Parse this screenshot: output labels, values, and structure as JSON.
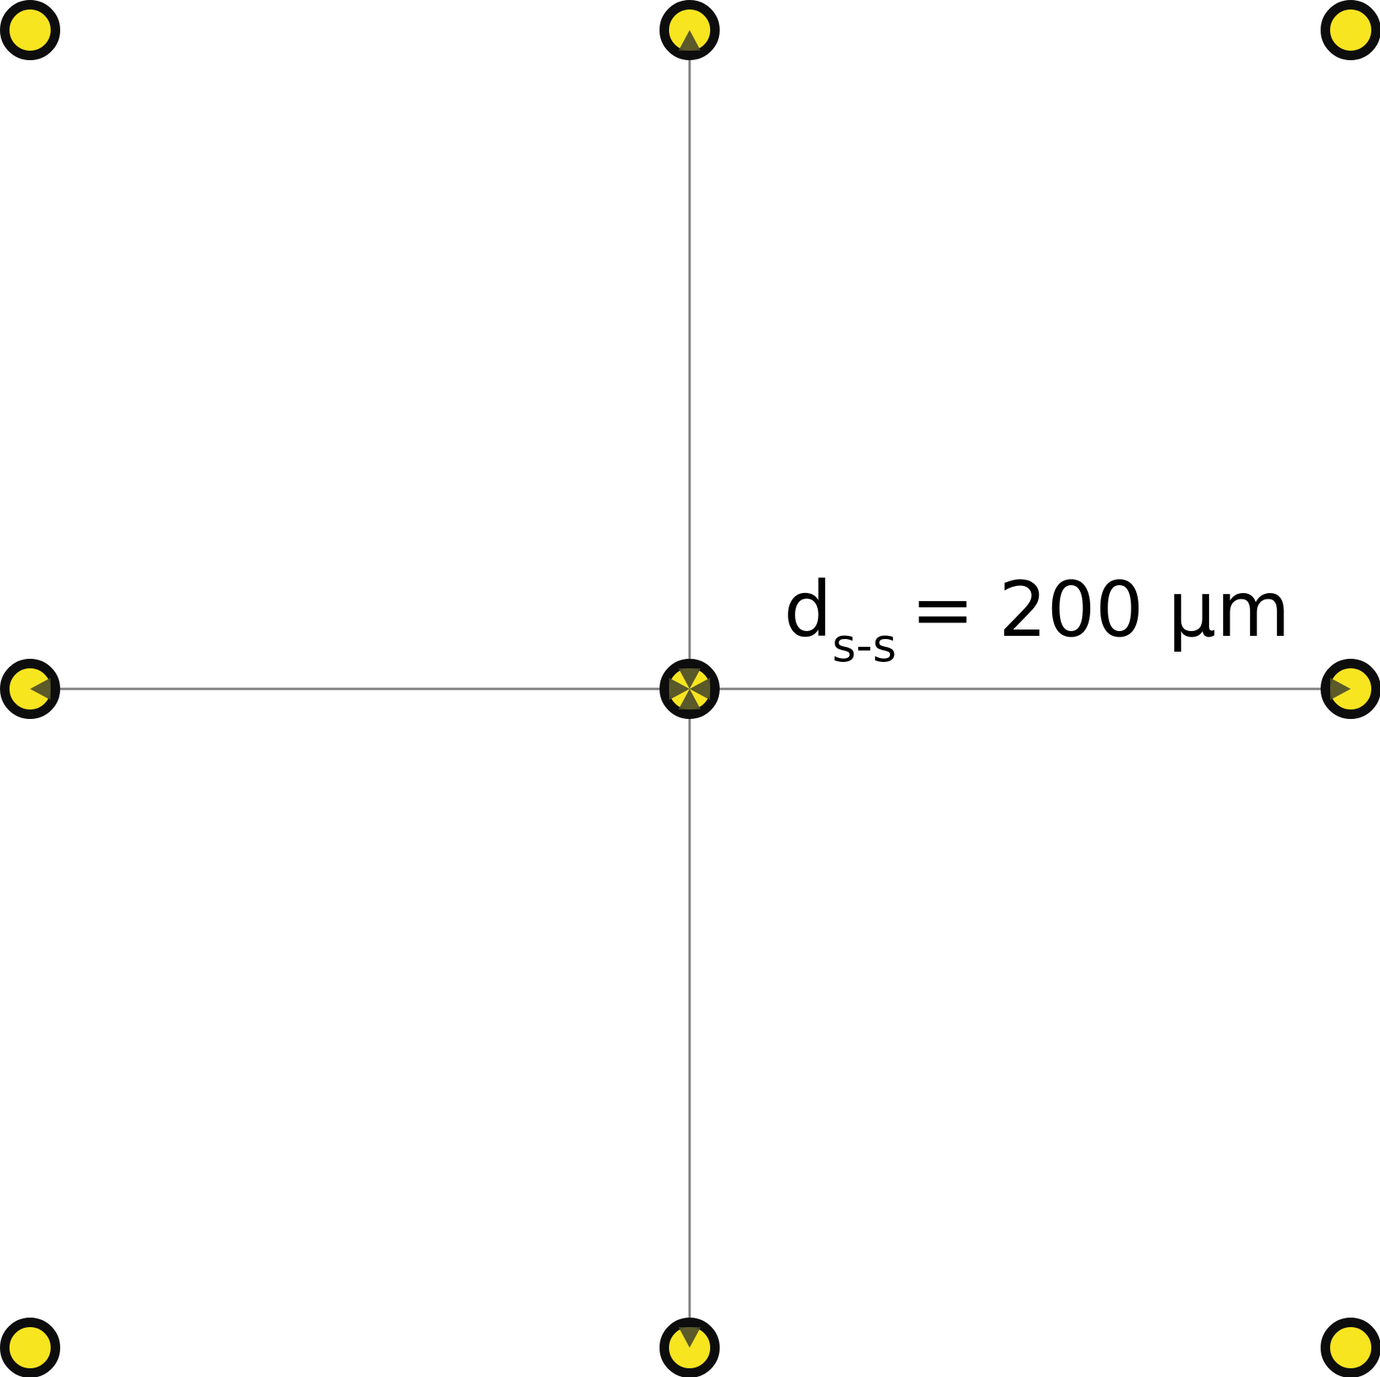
{
  "diagram": {
    "label": {
      "symbol": "d",
      "subscript": "s-s",
      "relation": "= 200 µm"
    },
    "colors": {
      "dot_fill": "#f7e520",
      "dot_stroke": "#0d0d0d",
      "connector_line": "#808080",
      "arrow_fill": "#4a4a2a",
      "background": "#ffffff"
    },
    "grid": {
      "rows": 3,
      "columns": 3
    }
  }
}
